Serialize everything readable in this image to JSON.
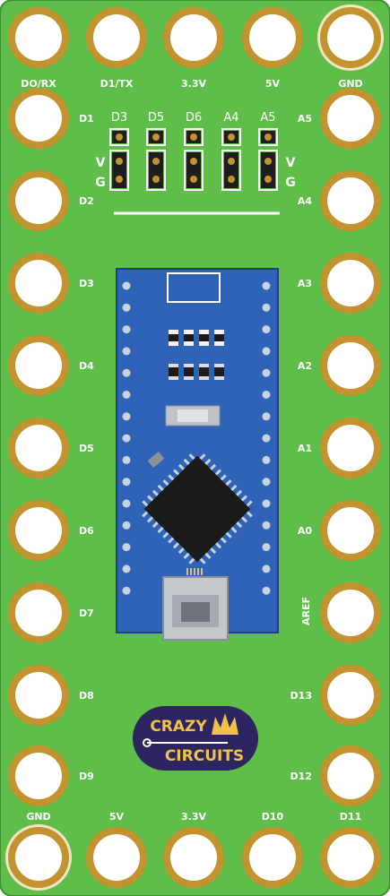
{
  "colors": {
    "board": "#5fbe49",
    "board_edge": "#3f8e2e",
    "pad": "#c2932f",
    "pad_ring_highlight": "#f2e6c4",
    "silk": "#ffffff",
    "nano_blue": "#2e63b8",
    "chip": "#1b1b1b",
    "logo_bg": "#2c2560",
    "logo_text": "#f0c24a"
  },
  "pins": {
    "top": [
      "DO/RX",
      "D1/TX",
      "3.3V",
      "5V",
      "GND"
    ],
    "left": [
      "D1",
      "D2",
      "D3",
      "D4",
      "D5",
      "D6",
      "D7",
      "D8",
      "D9"
    ],
    "right": [
      "A5",
      "A4",
      "A3",
      "A2",
      "A1",
      "A0",
      "AREF",
      "D13",
      "D12"
    ],
    "bottom": [
      "GND",
      "5V",
      "3.3V",
      "D10",
      "D11"
    ]
  },
  "headers": {
    "labels": [
      "D3",
      "D5",
      "D6",
      "A4",
      "A5"
    ],
    "left_row_labels": [
      "V",
      "G"
    ],
    "right_row_labels": [
      "V",
      "G"
    ]
  },
  "logo": {
    "line1": "CRAZY",
    "line2": "CIRCUITS",
    "icon": "crown-icon"
  },
  "microcontroller": {
    "icon": "arduino-nano-board"
  }
}
